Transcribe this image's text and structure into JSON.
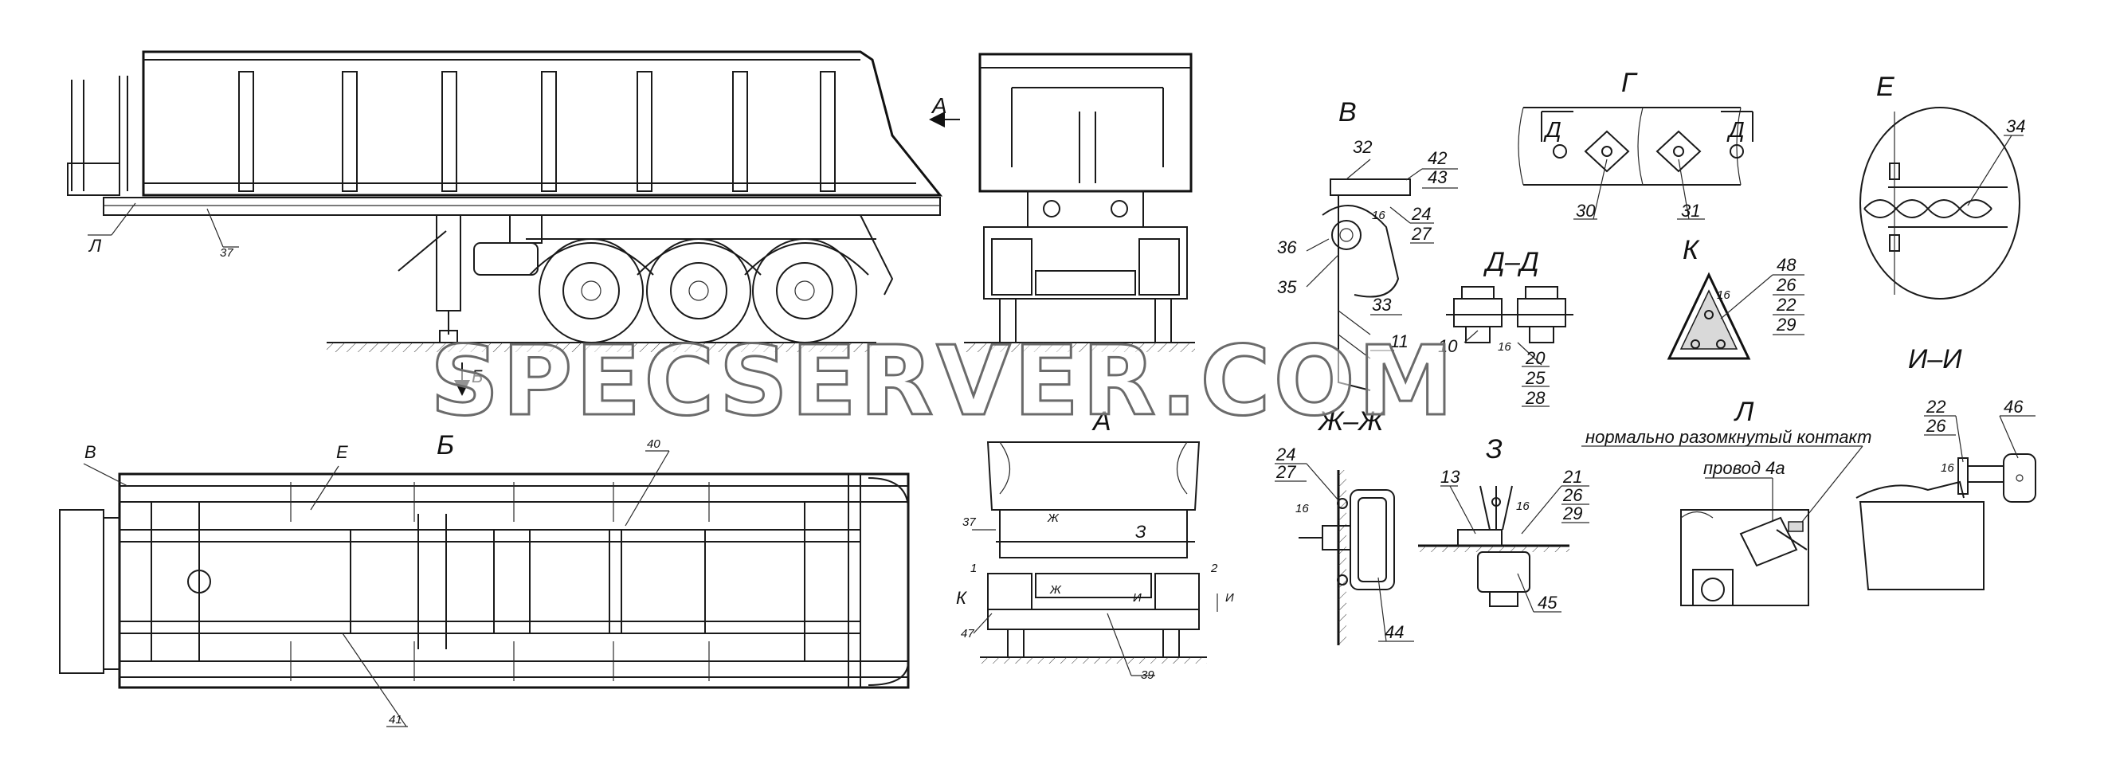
{
  "watermark": "SPECSERVER.COM",
  "views": {
    "side": {
      "arrow_a": "А",
      "arrow_b": "Б",
      "callout_l": "Л",
      "part_37": "37"
    },
    "rear": {},
    "detail_v": {
      "title": "В",
      "parts": [
        "32",
        "42",
        "43",
        "24",
        "27",
        "36",
        "35",
        "33",
        "11"
      ],
      "mark_16": "16"
    },
    "section_zh": {
      "title": "Ж–Ж"
    },
    "section_d": {
      "title": "Д–Д",
      "parts": [
        "10",
        "20",
        "25",
        "28"
      ],
      "mark_16": "16"
    },
    "detail_g": {
      "title": "Г",
      "cut_left": "Д",
      "cut_right": "Д",
      "parts": [
        "30",
        "31"
      ]
    },
    "detail_e": {
      "title": "Е",
      "parts": [
        "34"
      ]
    },
    "detail_k": {
      "title": "К",
      "parts": [
        "48",
        "26",
        "22",
        "29"
      ],
      "mark_16": "16"
    },
    "plan": {
      "title": "Б",
      "callout_v": "В",
      "callout_e": "Е",
      "parts": [
        "40",
        "41"
      ]
    },
    "view_a": {
      "title": "А",
      "marks": [
        "37",
        "1",
        "К",
        "47",
        "Ж",
        "Ж",
        "З",
        "И",
        "И",
        "2",
        "39"
      ]
    },
    "detail_zh": {
      "parts": [
        "24",
        "27",
        "44"
      ],
      "mark_16": "16"
    },
    "detail_z": {
      "title": "З",
      "parts": [
        "13",
        "21",
        "26",
        "29",
        "45"
      ],
      "mark_16": "16"
    },
    "detail_l": {
      "title": "Л",
      "note_contact": "нормально разомкнутый контакт",
      "note_wire": "провод 4а"
    },
    "detail_ii": {
      "title": "И–И",
      "parts": [
        "22",
        "26",
        "46"
      ],
      "mark_16": "16"
    }
  }
}
